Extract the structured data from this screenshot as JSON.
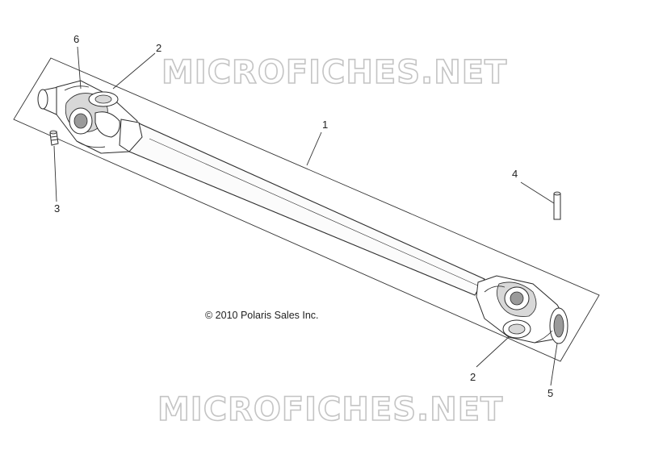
{
  "watermark": {
    "text": "MICROFICHES.NET"
  },
  "copyright": "© 2010 Polaris Sales Inc.",
  "callouts": [
    {
      "number": "1"
    },
    {
      "number": "2"
    },
    {
      "number": "2"
    },
    {
      "number": "3"
    },
    {
      "number": "4"
    },
    {
      "number": "5"
    },
    {
      "number": "6"
    }
  ]
}
